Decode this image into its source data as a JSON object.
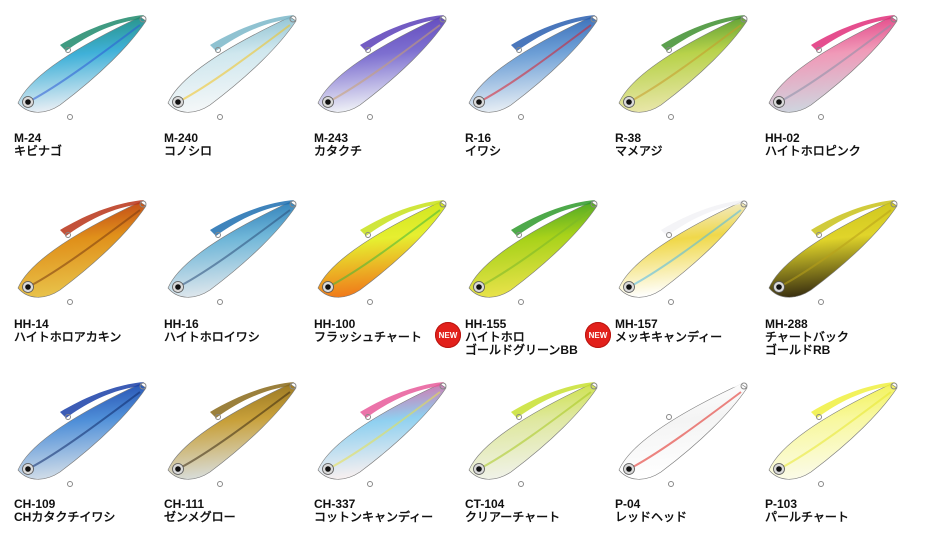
{
  "lures": [
    {
      "code": "M-24",
      "name": "キビナゴ",
      "colors": {
        "back": "#1f8a6c",
        "mid": "#3fb0d8",
        "belly": "#e8eef4",
        "accent": "#2d5bd6"
      },
      "is_new": false
    },
    {
      "code": "M-240",
      "name": "コノシロ",
      "colors": {
        "back": "#7bb7c9",
        "mid": "#cfe7ee",
        "belly": "#f4f7f8",
        "accent": "#f2c21d"
      },
      "is_new": false
    },
    {
      "code": "M-243",
      "name": "カタクチ",
      "colors": {
        "back": "#5b3fb8",
        "mid": "#7d6fd0",
        "belly": "#eef0f6",
        "accent": "#caa070"
      },
      "is_new": false
    },
    {
      "code": "R-16",
      "name": "イワシ",
      "colors": {
        "back": "#2a5fb0",
        "mid": "#6d9fd6",
        "belly": "#e6edf4",
        "accent": "#d81e2a"
      },
      "is_new": false
    },
    {
      "code": "R-38",
      "name": "マメアジ",
      "colors": {
        "back": "#3f8f2f",
        "mid": "#b8d24a",
        "belly": "#e8e6a8",
        "accent": "#c79a2a"
      },
      "is_new": false
    },
    {
      "code": "HH-02",
      "name": "ハイトホロピンク",
      "colors": {
        "back": "#e02f7a",
        "mid": "#f09ab8",
        "belly": "#cfd4de",
        "accent": "#8a8fa8"
      },
      "is_new": false
    },
    {
      "code": "HH-14",
      "name": "ハイトホロアカキン",
      "colors": {
        "back": "#b83418",
        "mid": "#e0901a",
        "belly": "#e8c24a",
        "accent": "#7a3a10"
      },
      "is_new": false
    },
    {
      "code": "HH-16",
      "name": "ハイトホロイワシ",
      "colors": {
        "back": "#1d6fb0",
        "mid": "#6fb6d8",
        "belly": "#dde6ec",
        "accent": "#2c4f7a"
      },
      "is_new": false
    },
    {
      "code": "HH-100",
      "name": "フラッシュチャート",
      "colors": {
        "back": "#c8e21a",
        "mid": "#e6ef30",
        "belly": "#f07a1a",
        "accent": "#3fb83a"
      },
      "is_new": false
    },
    {
      "code": "HH-155",
      "name": "ハイトホロ",
      "name2": "ゴールドグリーンBB",
      "colors": {
        "back": "#2f9a2a",
        "mid": "#a8d21a",
        "belly": "#e8e24a",
        "accent": "#7ab82a"
      },
      "is_new": true,
      "badge": "NEW"
    },
    {
      "code": "MH-157",
      "name": "メッキキャンディー",
      "colors": {
        "back": "#f2f2f6",
        "mid": "#f0d84a",
        "belly": "#ffffff",
        "accent": "#4ab8e8"
      },
      "is_new": true,
      "badge": "NEW"
    },
    {
      "code": "MH-288",
      "name": "チャートバック",
      "name2": "ゴールドRB",
      "colors": {
        "back": "#c9c21a",
        "mid": "#e0d42a",
        "belly": "#3a3010",
        "accent": "#b8a01a"
      },
      "is_new": false
    },
    {
      "code": "CH-109",
      "name": "CHカタクチイワシ",
      "colors": {
        "back": "#1a3fa8",
        "mid": "#4f8fd8",
        "belly": "#d0dce8",
        "accent": "#0f2a6a"
      },
      "is_new": false
    },
    {
      "code": "CH-111",
      "name": "ゼンメグロー",
      "colors": {
        "back": "#8a6a1a",
        "mid": "#c8a03a",
        "belly": "#d8dcd8",
        "accent": "#3a2a10"
      },
      "is_new": false
    },
    {
      "code": "CH-337",
      "name": "コットンキャンディー",
      "colors": {
        "back": "#e85a9a",
        "mid": "#8fd0f0",
        "belly": "#f8f0f0",
        "accent": "#e8e04a"
      },
      "is_new": false
    },
    {
      "code": "CT-104",
      "name": "クリアーチャート",
      "colors": {
        "back": "#c8e030",
        "mid": "#dfe8a0",
        "belly": "#f0f2e8",
        "accent": "#a8c820"
      },
      "is_new": false
    },
    {
      "code": "P-04",
      "name": "レッドヘッド",
      "colors": {
        "back": "#ffffff",
        "mid": "#f4f4f4",
        "belly": "#ffffff",
        "accent": "#e0201a"
      },
      "is_new": false
    },
    {
      "code": "P-103",
      "name": "パールチャート",
      "colors": {
        "back": "#f0f040",
        "mid": "#f8f8a0",
        "belly": "#fbfbe8",
        "accent": "#e8e830"
      },
      "is_new": false
    }
  ]
}
